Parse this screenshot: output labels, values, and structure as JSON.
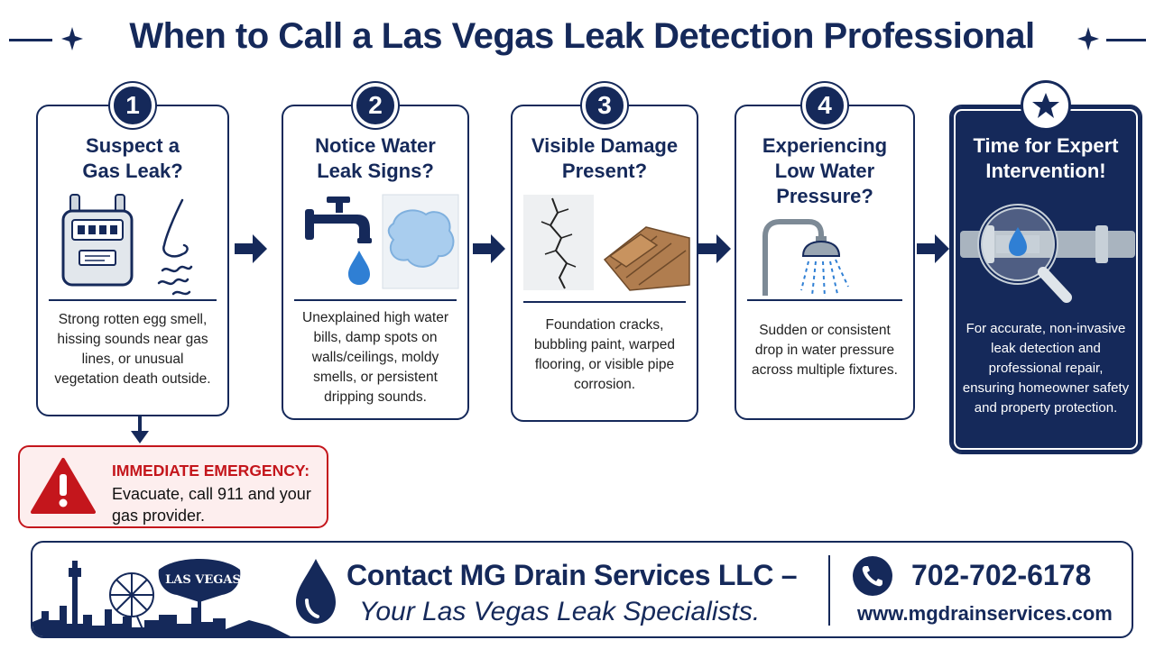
{
  "title": "When to Call a Las Vegas Leak Detection Professional",
  "steps": [
    {
      "number": "1",
      "heading": "Suspect a Gas Leak?",
      "body": "Strong rotten egg smell, hissing sounds near gas lines, or unusual vegetation death outside."
    },
    {
      "number": "2",
      "heading": "Notice Water Leak Signs?",
      "body": "Unexplained high water bills, damp spots on walls/ceilings, moldy smells, or persistent dripping sounds."
    },
    {
      "number": "3",
      "heading": "Visible Damage Present?",
      "body": "Foundation cracks, bubbling paint, warped flooring, or visible pipe corrosion."
    },
    {
      "number": "4",
      "heading": "Experiencing Low Water Pressure?",
      "body": "Sudden or consistent drop in water pressure across multiple fixtures."
    },
    {
      "heading": "Time for Expert Intervention!",
      "body": "For accurate, non-invasive leak detection and professional repair, ensuring homeowner safety and property protection."
    }
  ],
  "emergency": {
    "title": "IMMEDIATE EMERGENCY:",
    "text": "Evacuate, call 911 and your gas provider."
  },
  "footer": {
    "sign_text": "LAS VEGAS",
    "contact_title": "Contact MG Drain Services LLC –",
    "contact_subtitle": "Your Las Vegas Leak Specialists.",
    "phone": "702-702-6178",
    "website": "www.mgdrainservices.com"
  },
  "colors": {
    "navy": "#15295a",
    "alert_red": "#c4161c",
    "water_blue": "#2f7fd4"
  },
  "icons": [
    "sparkle-icon",
    "gas-meter-icon",
    "nose-smell-icon",
    "faucet-icon",
    "water-drop-icon",
    "wall-stain-icon",
    "wall-crack-icon",
    "warped-floor-icon",
    "shower-head-icon",
    "magnifier-pipe-icon",
    "star-icon",
    "warning-icon",
    "phone-icon",
    "skyline-icon"
  ]
}
